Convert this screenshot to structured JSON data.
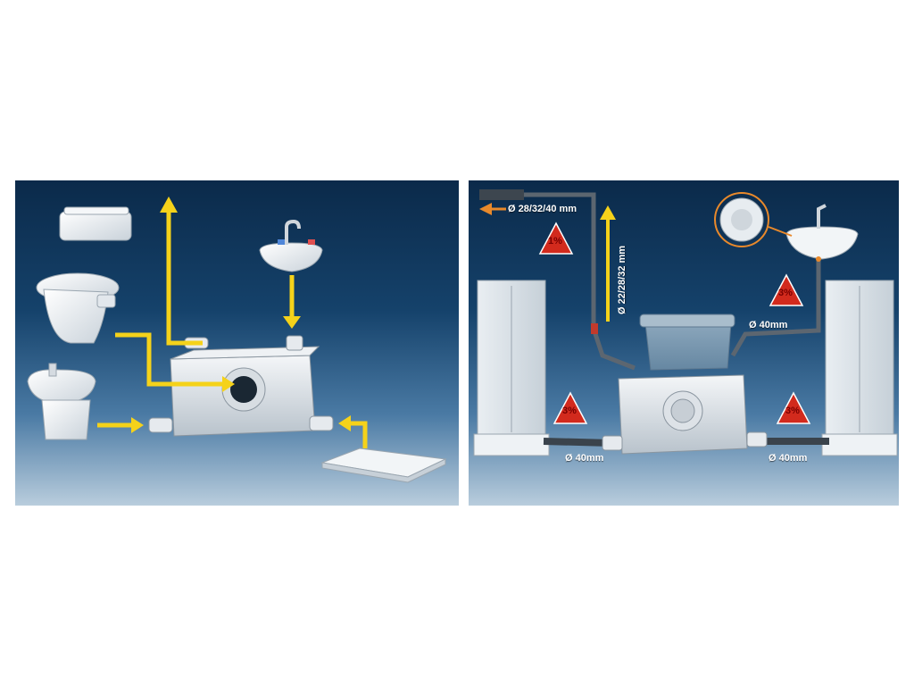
{
  "right": {
    "pipe_dims": {
      "discharge_horizontal": "Ø 28/32/40 mm",
      "discharge_vertical": "Ø 22/28/32 mm",
      "basin_pipe": "Ø 40mm",
      "shower_left_pipe": "Ø 40mm",
      "shower_right_pipe": "Ø 40mm"
    },
    "slopes": {
      "discharge": "1%",
      "basin": "3%",
      "shower_left": "3%",
      "shower_right": "3%"
    }
  },
  "colors": {
    "arrow_yellow": "#f5d21a",
    "arrow_orange": "#e8892b",
    "panel_top": "#0b2a4a",
    "panel_bottom": "#b9cddd",
    "warning_red": "#d22a1d"
  }
}
